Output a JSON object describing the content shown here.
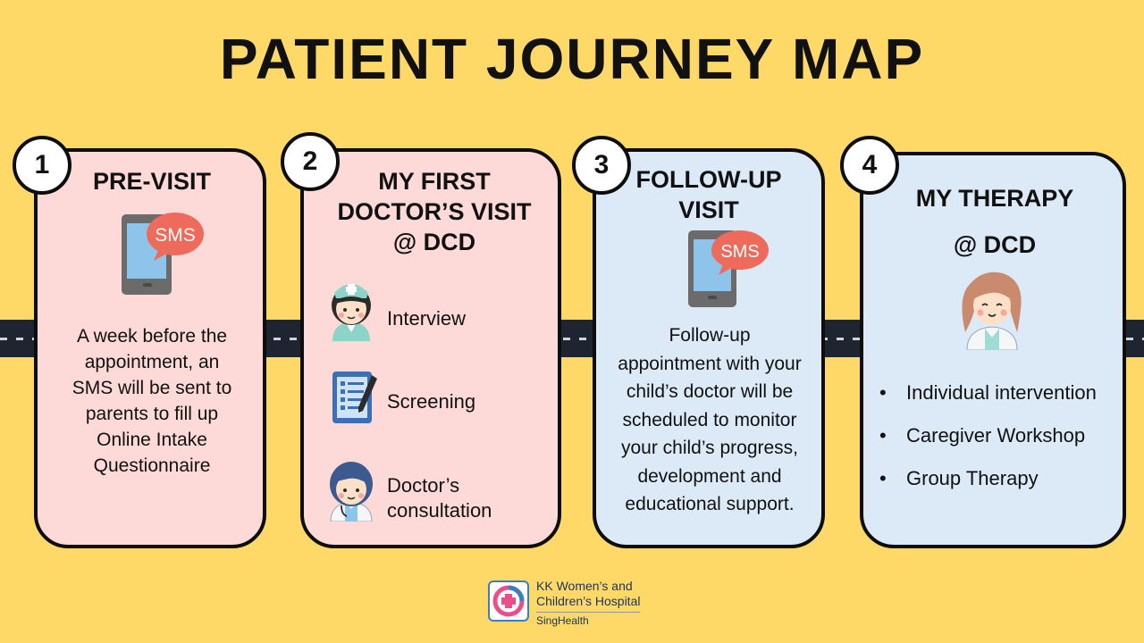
{
  "title": "PATIENT JOURNEY MAP",
  "steps": [
    {
      "number": "1",
      "title_lines": [
        "PRE-VISIT"
      ],
      "icon": "sms-phone-icon",
      "icon_text": "SMS",
      "body_lines": [
        "A week before the",
        "appointment, an",
        "SMS will be sent to",
        "parents to fill up",
        "Online Intake",
        "Questionnaire"
      ]
    },
    {
      "number": "2",
      "title_lines": [
        "MY FIRST",
        "DOCTOR’S VISIT",
        "@ DCD"
      ],
      "items": [
        {
          "icon": "nurse-icon",
          "label_lines": [
            "Interview"
          ]
        },
        {
          "icon": "clipboard-tablet-icon",
          "label_lines": [
            "Screening"
          ]
        },
        {
          "icon": "doctor-icon",
          "label_lines": [
            "Doctor’s",
            "consultation"
          ]
        }
      ]
    },
    {
      "number": "3",
      "title_lines": [
        "FOLLOW-UP",
        "VISIT"
      ],
      "icon": "sms-phone-icon",
      "icon_text": "SMS",
      "body_lines": [
        "Follow-up",
        "appointment with your",
        "child’s doctor will be",
        "scheduled to monitor",
        "your child’s progress,",
        "development and",
        "educational support."
      ]
    },
    {
      "number": "4",
      "title_lines": [
        "MY THERAPY",
        "@ DCD"
      ],
      "icon": "therapist-icon",
      "bullets": [
        "Individual intervention",
        "Caregiver Workshop",
        "Group Therapy"
      ]
    }
  ],
  "logo": {
    "line1": "KK Women’s and",
    "line2": "Children’s Hospital",
    "line3": "SingHealth"
  },
  "colors": {
    "background": "#fed968",
    "pink_card": "#fdd9d8",
    "blue_card": "#dce9f6",
    "road": "#1f2530",
    "sms_bubble": "#ee6b5c",
    "phone_screen": "#8ec3ea"
  }
}
